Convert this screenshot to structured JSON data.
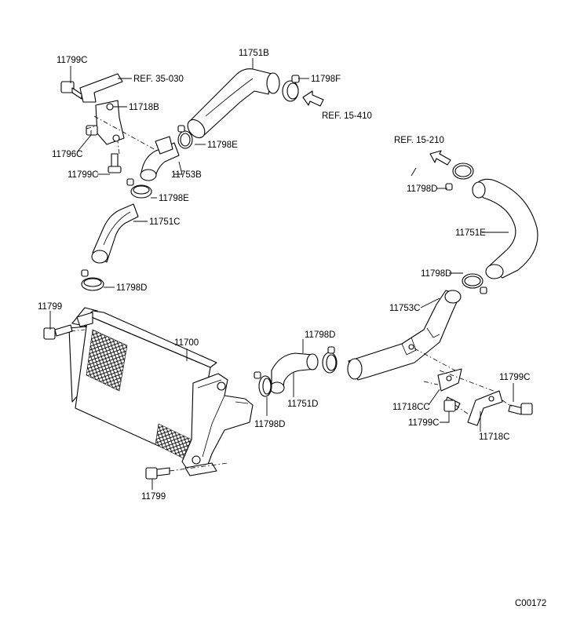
{
  "labels": {
    "l_11799c_top": "11799C",
    "l_ref35": "REF. 35-030",
    "l_11718b": "11718B",
    "l_11796c": "11796C",
    "l_11799c_mid": "11799C",
    "l_11751b": "11751B",
    "l_11798f": "11798F",
    "l_ref15_410": "REF. 15-410",
    "l_11798e_top": "11798E",
    "l_11753b": "11753B",
    "l_11798e_low": "11798E",
    "l_11751c": "11751C",
    "l_11798d_left": "11798D",
    "l_11799_left": "11799",
    "l_11700": "11700",
    "l_11799_bottom": "11799",
    "l_11798d_center": "11798D",
    "l_11751d": "11751D",
    "l_11798d_lower": "11798D",
    "l_ref15_210": "REF. 15-210",
    "l_11798d_right": "11798D",
    "l_11751e": "11751E",
    "l_11798d_right2": "11798D",
    "l_11753c": "11753C",
    "l_11799c_right": "11799C",
    "l_11718cc": "11718CC",
    "l_11799c_right2": "11799C",
    "l_11718c": "11718C"
  },
  "figure_code": "C00172"
}
